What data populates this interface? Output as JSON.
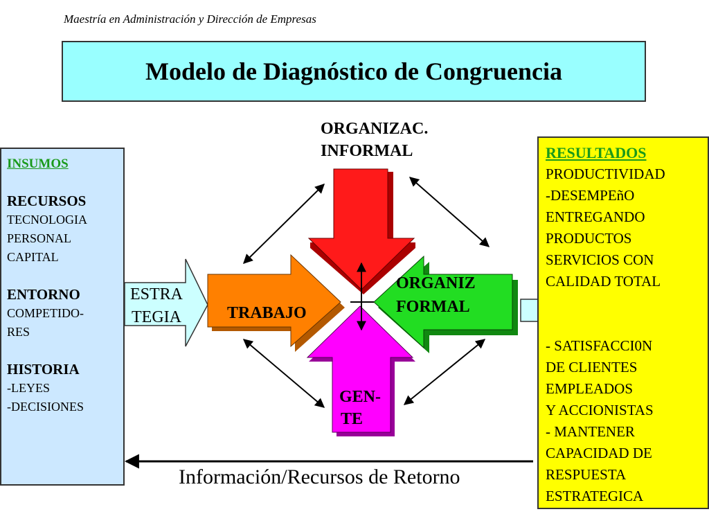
{
  "header": {
    "subtitle": "Maestría en Administración y Dirección de Empresas",
    "title": "Modelo de Diagnóstico de Congruencia"
  },
  "insumos": {
    "heading": "INSUMOS",
    "recursos": "RECURSOS",
    "recursos_items": [
      "TECNOLOGIA",
      "PERSONAL",
      "CAPITAL"
    ],
    "entorno": "ENTORNO",
    "entorno_items": [
      "COMPETIDO-",
      "RES"
    ],
    "historia": "HISTORIA",
    "historia_items": [
      "-LEYES",
      "-DECISIONES"
    ]
  },
  "estrategia": [
    "ESTRA",
    "TEGIA"
  ],
  "components": {
    "org_informal": [
      "ORGANIZAC.",
      "INFORMAL"
    ],
    "trabajo": "TRABAJO",
    "org_formal": [
      "ORGANIZ",
      "FORMAL"
    ],
    "gente": [
      "GEN-",
      "TE"
    ]
  },
  "resultados": {
    "heading": "RESULTADOS",
    "lines": [
      "PRODUCTIVIDAD",
      "-DESEMPEñO",
      "ENTREGANDO",
      "PRODUCTOS",
      "SERVICIOS CON",
      "CALIDAD TOTAL",
      "",
      "",
      "- SATISFACCI0N",
      "DE CLIENTES",
      "EMPLEADOS",
      "Y  ACCIONISTAS",
      "- MANTENER",
      "CAPACIDAD DE",
      "RESPUESTA",
      "ESTRATEGICA"
    ]
  },
  "feedback_label": "Información/Recursos de Retorno",
  "colors": {
    "title_bg": "#99ffff",
    "insumos_bg": "#cce8ff",
    "resultados_bg": "#ffff00",
    "heading_green": "#1a9a1a",
    "org_informal": "#ff1a1a",
    "trabajo": "#ff8000",
    "org_formal": "#22dd22",
    "gente": "#ff00ff",
    "estrategia_arrow": "#ccffff"
  }
}
